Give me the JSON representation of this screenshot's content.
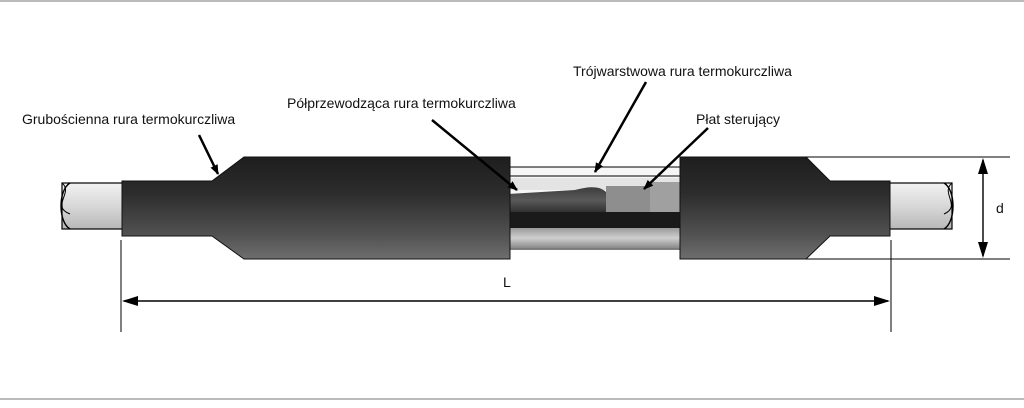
{
  "labels": {
    "thick_wall_tube": "Grubościenna rura termokurczliwa",
    "semiconductive_tube": "Półprzewodząca rura termokurczliwa",
    "three_layer_tube": "Trójwarstwowa rura termokurczliwa",
    "stress_control_patch": "Płat sterujący",
    "length_dim": "L",
    "diameter_dim": "d"
  },
  "colors": {
    "tube_dark": "#2a2a2a",
    "tube_mid": "#4a4a4a",
    "tube_light": "#8a8a8a",
    "cable_light": "#e6e6e6",
    "line": "#000000"
  }
}
